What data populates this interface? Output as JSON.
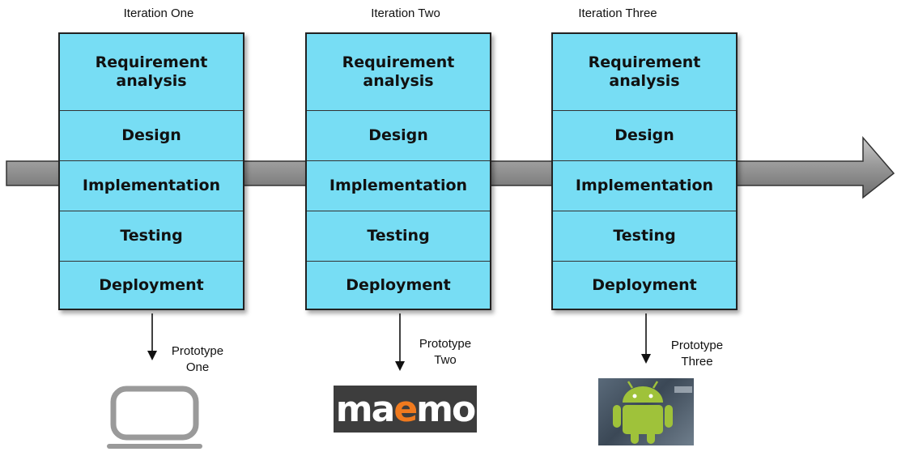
{
  "iterations": [
    {
      "title": "Iteration One",
      "phases": [
        "Requirement\nanalysis",
        "Design",
        "Implementation",
        "Testing",
        "Deployment"
      ],
      "prototype": "Prototype\nOne"
    },
    {
      "title": "Iteration Two",
      "phases": [
        "Requirement\nanalysis",
        "Design",
        "Implementation",
        "Testing",
        "Deployment"
      ],
      "prototype": "Prototype\nTwo"
    },
    {
      "title": "Iteration Three",
      "phases": [
        "Requirement\nanalysis",
        "Design",
        "Implementation",
        "Testing",
        "Deployment"
      ],
      "prototype": "Prototype\nThree"
    }
  ],
  "logos": {
    "maemo": {
      "text": "maemo"
    }
  },
  "colors": {
    "phase_fill": "#77ddf4",
    "arrow_fill": "#8a8a8a",
    "maemo_bg": "#3d3d3d",
    "maemo_accent": "#f07a1e",
    "android_green": "#9fc23a"
  },
  "icons": [
    "laptop-icon",
    "maemo-logo",
    "android-logo"
  ]
}
